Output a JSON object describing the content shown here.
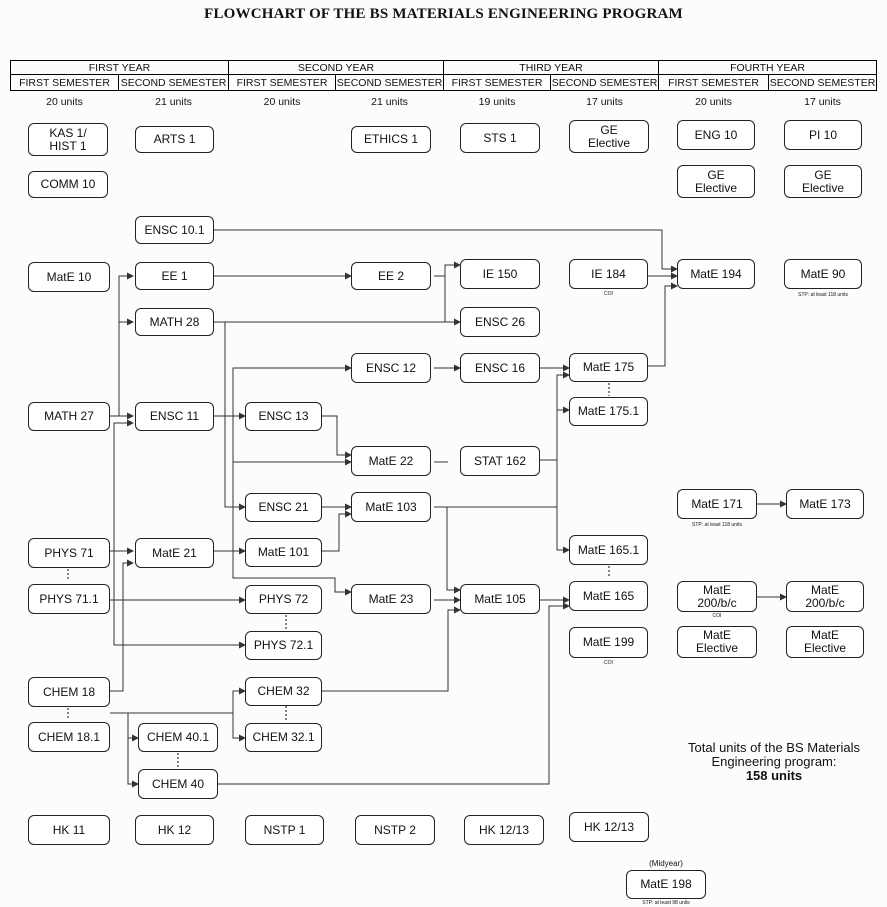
{
  "title": "FLOWCHART OF THE BS MATERIALS ENGINEERING PROGRAM",
  "years": [
    "FIRST YEAR",
    "SECOND YEAR",
    "THIRD YEAR",
    "FOURTH YEAR"
  ],
  "semesters": [
    "FIRST SEMESTER",
    "SECOND SEMESTER",
    "FIRST SEMESTER",
    "SECOND SEMESTER",
    "FIRST SEMESTER",
    "SECOND SEMESTER",
    "FIRST SEMESTER",
    "SECOND SEMESTER"
  ],
  "units": [
    "20 units",
    "21 units",
    "20 units",
    "21 units",
    "19 units",
    "17 units",
    "20 units",
    "17 units"
  ],
  "courses": {
    "kas1": "KAS 1/\nHIST 1",
    "comm10": "COMM 10",
    "arts1": "ARTS 1",
    "ethics1": "ETHICS 1",
    "sts1": "STS 1",
    "geelec3": "GE\nElective",
    "eng10": "ENG 10",
    "pi10": "PI 10",
    "geelec4a": "GE\nElective",
    "geelec4b": "GE\nElective",
    "ensc101": "ENSC 10.1",
    "mate10": "MatE 10",
    "ee1": "EE 1",
    "ee2": "EE 2",
    "ie150": "IE 150",
    "ie184": "IE 184",
    "mate194": "MatE 194",
    "mate90": "MatE 90",
    "math28": "MATH 28",
    "ensc26": "ENSC 26",
    "ensc12": "ENSC 12",
    "ensc16": "ENSC 16",
    "mate175": "MatE 175",
    "math27": "MATH 27",
    "ensc11": "ENSC 11",
    "ensc13": "ENSC 13",
    "mate1751": "MatE 175.1",
    "mate22": "MatE 22",
    "stat162": "STAT 162",
    "ensc21": "ENSC 21",
    "mate103": "MatE 103",
    "mate171": "MatE 171",
    "mate173": "MatE 173",
    "phys71": "PHYS 71",
    "mate21": "MatE 21",
    "mate101": "MatE 101",
    "mate1651": "MatE 165.1",
    "phys711": "PHYS 71.1",
    "phys72": "PHYS 72",
    "mate23": "MatE 23",
    "mate105": "MatE 105",
    "mate165": "MatE 165",
    "mate200a": "MatE\n200/b/c",
    "mate200b": "MatE\n200/b/c",
    "phys721": "PHYS 72.1",
    "mate199": "MatE 199",
    "mateelec1": "MatE\nElective",
    "mateelec2": "MatE\nElective",
    "chem18": "CHEM 18",
    "chem32": "CHEM 32",
    "chem181": "CHEM 18.1",
    "chem401": "CHEM 40.1",
    "chem321": "CHEM 32.1",
    "chem40": "CHEM 40",
    "hk11": "HK 11",
    "hk12": "HK 12",
    "nstp1": "NSTP 1",
    "nstp2": "NSTP 2",
    "hk1213a": "HK 12/13",
    "hk1213b": "HK 12/13",
    "mate198": "MatE 198"
  },
  "notes": {
    "ie184": "COI",
    "mate90": "STP: at least 118 units",
    "mate171": "STP: at least 118 units",
    "mate200a": "COI",
    "mate199": "COI",
    "mate198": "STP: at least 98 units"
  },
  "total": {
    "line1": "Total units of the BS Materials",
    "line2": "Engineering program:",
    "value": "158 units"
  },
  "midyear_label": "(Midyear)",
  "colors": {
    "line": "#333333",
    "box_border": "#222222",
    "background": "#fcfcfc"
  }
}
